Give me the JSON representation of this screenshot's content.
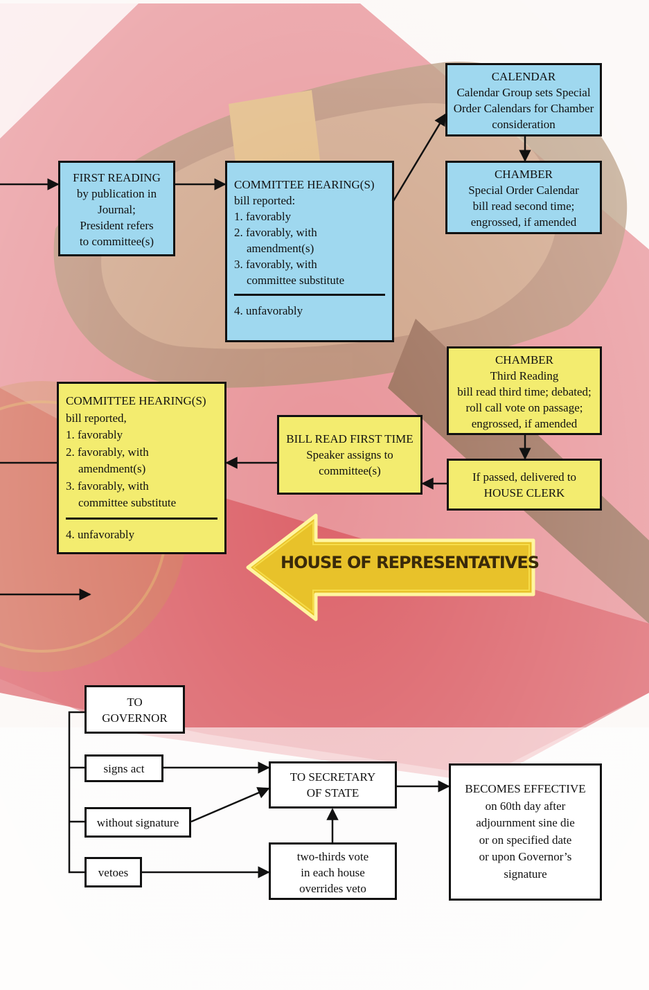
{
  "senate": {
    "first_reading": {
      "title": "FIRST READING",
      "lines": [
        "by publication in",
        "Journal;",
        "President refers",
        "to committee(s)"
      ]
    },
    "committee_hearing": {
      "title": "COMMITTEE HEARING(S)",
      "intro": "bill reported:",
      "items": [
        "1. favorably",
        "2. favorably, with",
        "amendment(s)",
        "3. favorably, with",
        "committee substitute"
      ],
      "unfavorable": "4. unfavorably"
    },
    "calendar": {
      "title": "CALENDAR",
      "lines": [
        "Calendar Group sets Special",
        "Order Calendars for Chamber",
        "consideration"
      ]
    },
    "chamber": {
      "title": "CHAMBER",
      "lines": [
        "Special Order Calendar",
        "bill read second time;",
        "engrossed, if amended"
      ]
    }
  },
  "house": {
    "banner": "HOUSE OF REPRESENTATIVES",
    "chamber": {
      "title": "CHAMBER",
      "lines": [
        "Third Reading",
        "bill read third time; debated;",
        "roll call vote on passage;",
        "engrossed, if amended"
      ]
    },
    "delivered": {
      "lines": [
        "If passed, delivered to",
        "HOUSE CLERK"
      ]
    },
    "first_time": {
      "title": "BILL READ FIRST TIME",
      "lines": [
        "Speaker assigns to",
        "committee(s)"
      ]
    },
    "committee_hearing": {
      "title": "COMMITTEE HEARING(S)",
      "intro": "bill reported,",
      "items": [
        "1. favorably",
        "2. favorably, with",
        "amendment(s)",
        "3. favorably, with",
        "committee substitute"
      ],
      "unfavorable": "4. unfavorably"
    }
  },
  "governor": {
    "to_governor": [
      "TO",
      "GOVERNOR"
    ],
    "signs": "signs act",
    "without": "without signature",
    "vetoes": "vetoes",
    "secretary": [
      "TO SECRETARY",
      "OF STATE"
    ],
    "override": [
      "two-thirds vote",
      "in each house",
      "overrides veto"
    ],
    "effective": {
      "title": "BECOMES EFFECTIVE",
      "lines": [
        "on 60th day after",
        "adjournment sine die",
        "or on specified date",
        "or upon Governor’s",
        "signature"
      ]
    }
  },
  "colors": {
    "senate_box": "#9fd8ef",
    "house_box": "#f3ec6f",
    "banner_arrow": "#e8c22a",
    "background_red": "#d9646a",
    "gavel_brown": "#a88a6c"
  },
  "icons": {
    "background": "gavel-image",
    "banner": "left-arrow-banner"
  }
}
